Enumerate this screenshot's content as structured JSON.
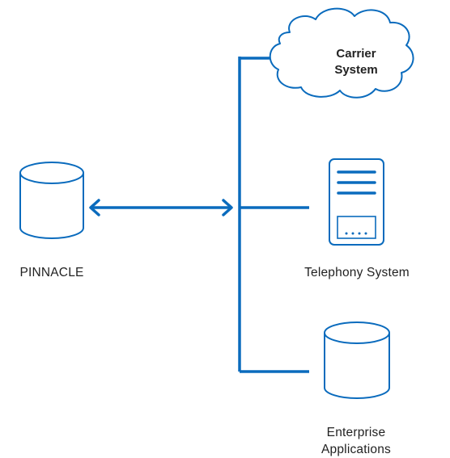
{
  "colors": {
    "line": "#0a6bbd",
    "icon": "#0a6bbd",
    "text": "#222222",
    "background": "#ffffff"
  },
  "nodes": {
    "pinnacle": {
      "label": "PINNACLE",
      "icon": "database-icon"
    },
    "carrier": {
      "line1": "Carrier",
      "line2": "System",
      "icon": "cloud-icon"
    },
    "telephony": {
      "label": "Telephony System",
      "icon": "server-icon"
    },
    "enterprise": {
      "line1": "Enterprise",
      "line2": "Applications",
      "icon": "database-icon"
    }
  },
  "connections": [
    {
      "from": "pinnacle",
      "to": "bus",
      "style": "double-arrow"
    },
    {
      "from": "bus",
      "to": "carrier",
      "style": "line"
    },
    {
      "from": "bus",
      "to": "telephony",
      "style": "line"
    },
    {
      "from": "bus",
      "to": "enterprise",
      "style": "line"
    }
  ]
}
